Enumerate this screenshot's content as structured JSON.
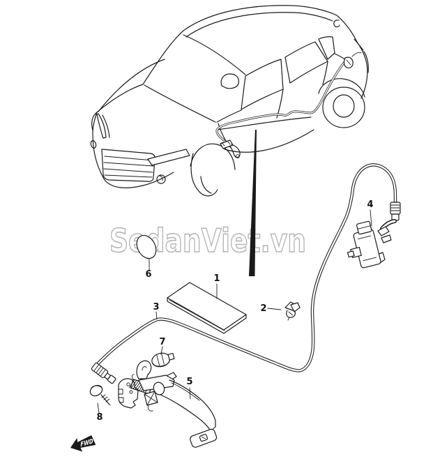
{
  "document": {
    "type": "vehicle-parts-diagram",
    "background_color": "#ffffff",
    "line_color": "#1a1a1a"
  },
  "watermark": {
    "text": "SedanViet.vn",
    "color": "#b5b5b5"
  },
  "direction_indicator": {
    "label": "FWD"
  },
  "parts": [
    {
      "label": "1"
    },
    {
      "label": "2"
    },
    {
      "label": "3"
    },
    {
      "label": "4"
    },
    {
      "label": "5"
    },
    {
      "label": "6"
    },
    {
      "label": "7"
    },
    {
      "label": "8"
    }
  ]
}
